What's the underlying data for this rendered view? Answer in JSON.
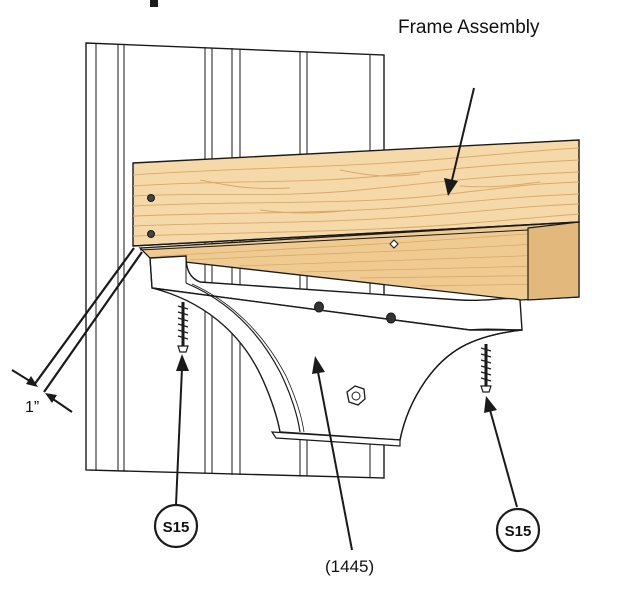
{
  "labels": {
    "frame_assembly": "Frame Assembly",
    "part_number": "(1445)",
    "dimension": "1”",
    "screw_left": "S15",
    "screw_right": "S15"
  },
  "colors": {
    "wood_light": "#f6d9a8",
    "wood_mid": "#efcb92",
    "wood_dark": "#e2b87c",
    "wood_grain": "#d9a86a",
    "line": "#1a1a1a",
    "bracket": "#ffffff",
    "wall": "#ffffff"
  },
  "icons": {
    "screw": "wood-screw-icon",
    "hex_nut": "hex-bolt-icon"
  }
}
